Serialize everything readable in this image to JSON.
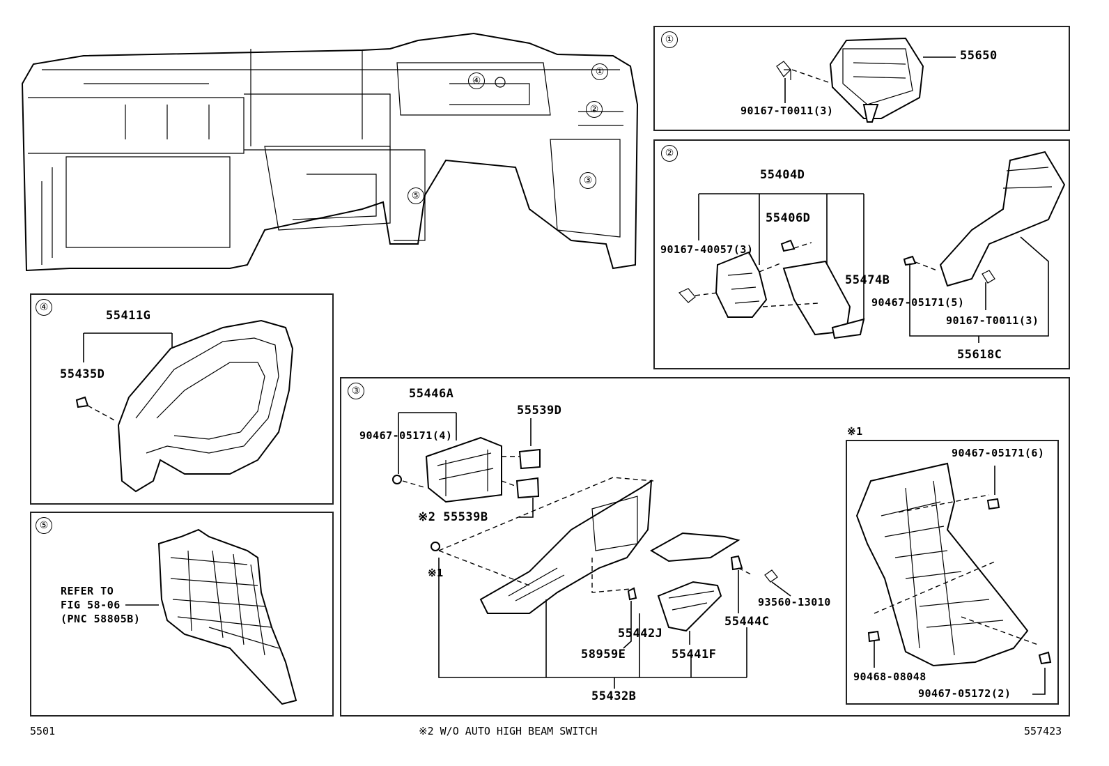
{
  "main_view": {
    "callouts": [
      "①",
      "②",
      "③",
      "④",
      "⑤"
    ]
  },
  "panel1": {
    "num": "①",
    "labels": [
      "55650",
      "90167-T0011(3)"
    ]
  },
  "panel2": {
    "num": "②",
    "labels": [
      "55404D",
      "55406D",
      "90167-40057(3)",
      "55474B",
      "90467-05171(5)",
      "90167-T0011(3)",
      "55618C"
    ]
  },
  "panel3": {
    "num": "③",
    "labels": [
      "55446A",
      "55539D",
      "90467-05171(4)",
      "※2 55539B",
      "※1",
      "93560-13010",
      "55444C",
      "55442J",
      "58959E",
      "55441F",
      "55432B"
    ],
    "sub": {
      "mark": "※1",
      "labels": [
        "90467-05171(6)",
        "90468-08048",
        "90467-05172(2)"
      ]
    }
  },
  "panel4": {
    "num": "④",
    "labels": [
      "55411G",
      "55435D"
    ]
  },
  "panel5": {
    "num": "⑤",
    "refer_lines": [
      "REFER TO",
      "FIG 58-06",
      "(PNC 58805B)"
    ]
  },
  "footer": {
    "left": "5501",
    "center": "※2 W/O AUTO HIGH BEAM SWITCH",
    "right": "557423"
  }
}
